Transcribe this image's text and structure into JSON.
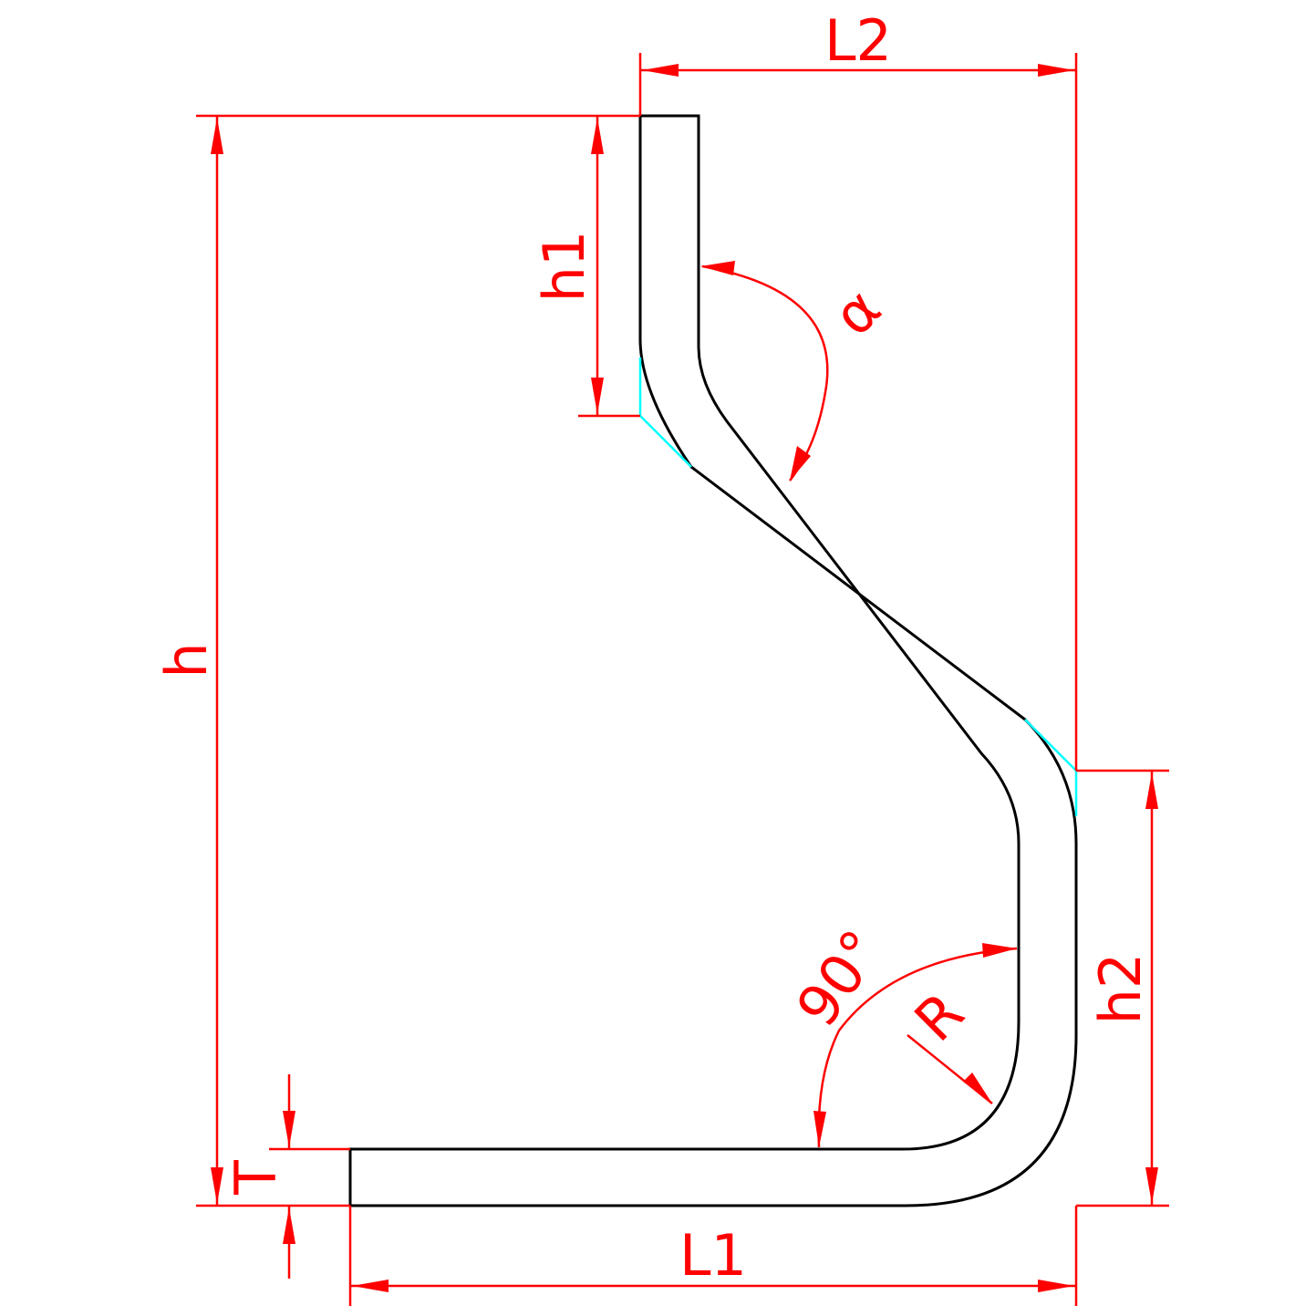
{
  "dimensions": {
    "L1": "L1",
    "L2": "L2",
    "h": "h",
    "h1": "h1",
    "h2": "h2",
    "T": "T",
    "R": "R",
    "alpha": "α",
    "angle_90": "90°"
  },
  "colors": {
    "part_outline": "#000000",
    "dimension": "#ff0000",
    "bend_marker": "#00ffff",
    "background": "#ffffff"
  }
}
